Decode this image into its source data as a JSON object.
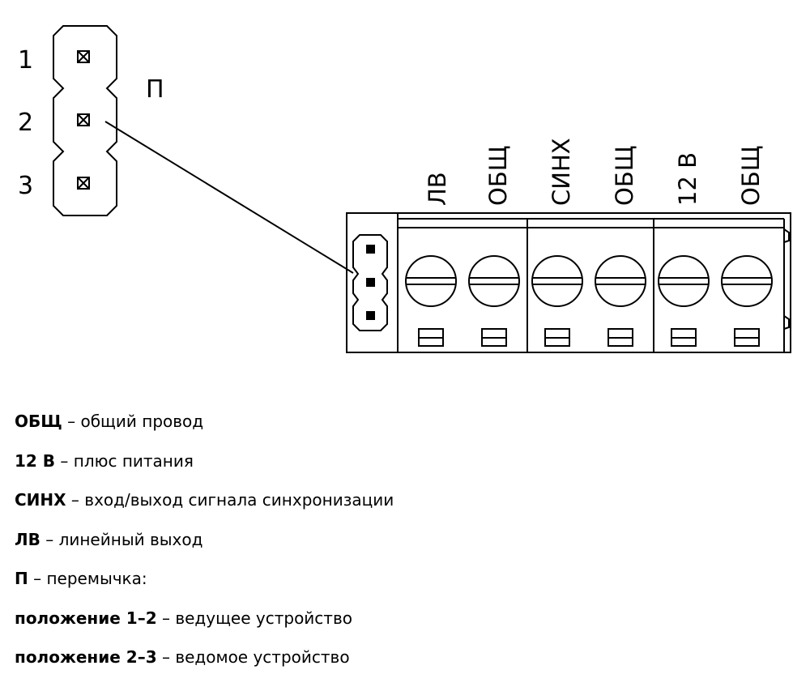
{
  "jumper": {
    "label": "П",
    "pins": [
      "1",
      "2",
      "3"
    ]
  },
  "terminals": [
    "ЛВ",
    "ОБЩ",
    "СИНХ",
    "ОБЩ",
    "12 В",
    "ОБЩ"
  ],
  "legend": [
    {
      "abbr": "ОБЩ",
      "sep": " – ",
      "text": "общий провод"
    },
    {
      "abbr": "12 В",
      "sep": " – ",
      "text": "плюс питания"
    },
    {
      "abbr": "СИНХ",
      "sep": " – ",
      "text": "вход/выход сигнала синхронизации"
    },
    {
      "abbr": "ЛВ",
      "sep": " – ",
      "text": "линейный выход"
    },
    {
      "abbr": "П",
      "sep": " – ",
      "text": "перемычка:"
    },
    {
      "abbr": "положение 1–2",
      "sep": " – ",
      "text": "ведущее устройство"
    },
    {
      "abbr": "положение 2–3",
      "sep": " – ",
      "text": "ведомое устройство"
    }
  ]
}
